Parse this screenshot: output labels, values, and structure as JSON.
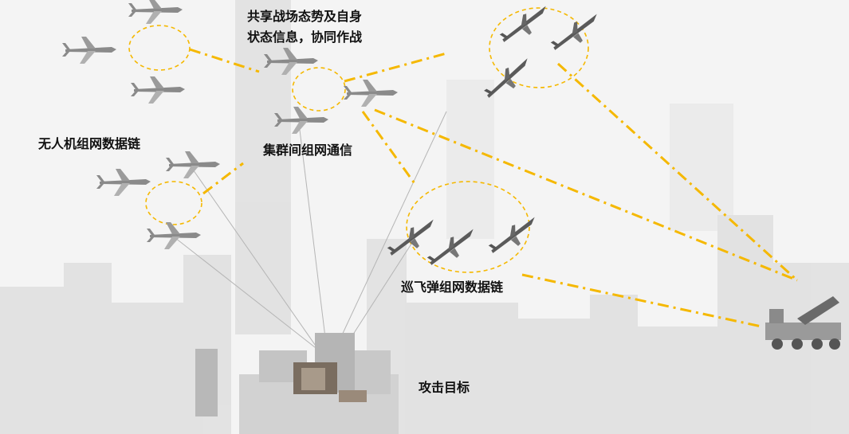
{
  "labels": {
    "shared_line1": "共享战场态势及自身",
    "shared_line2": "状态信息，协同作战",
    "uav_datalink": "无人机组网数据链",
    "cluster_comm": "集群间组网通信",
    "munition_datalink": "巡飞弹组网数据链",
    "target": "攻击目标"
  },
  "colors": {
    "link": "#f5b800",
    "background": "#f4f4f4",
    "city": "#d9d9d9"
  }
}
